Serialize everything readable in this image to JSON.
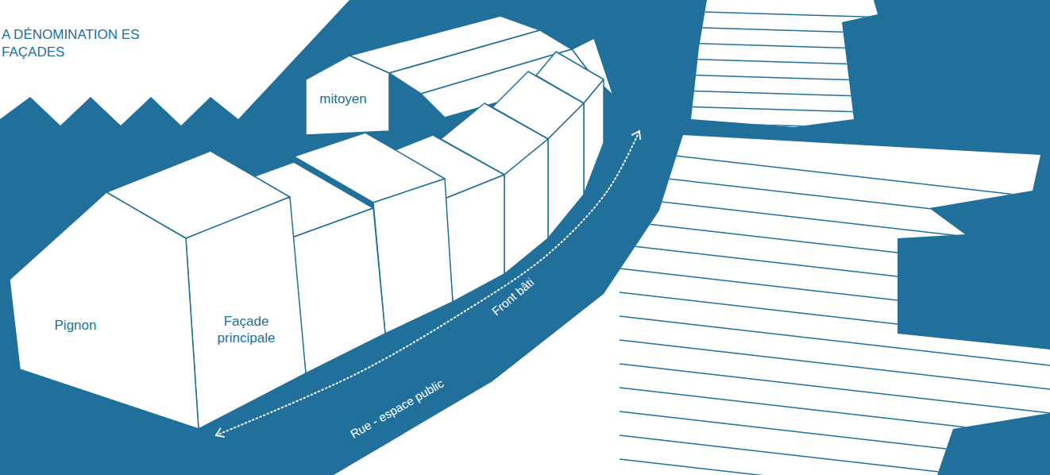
{
  "diagram": {
    "title": "A DÉNOMINATION ES FAÇADES",
    "labels": [
      "mitoyen",
      "Pignon",
      "Façade principale",
      "Front bâti",
      "Rue - espace public"
    ]
  }
}
